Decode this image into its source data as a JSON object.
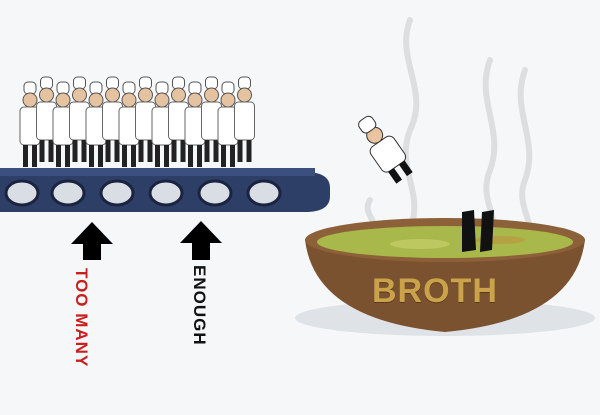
{
  "labels": {
    "too_many": "TOO MANY",
    "enough": "ENOUGH",
    "bowl": "BROTH"
  },
  "colors": {
    "too_many": "#c8201f",
    "enough": "#111111",
    "belt": "#2d3f66",
    "bowl": "#7a5230",
    "broth": "#a9b84a"
  }
}
